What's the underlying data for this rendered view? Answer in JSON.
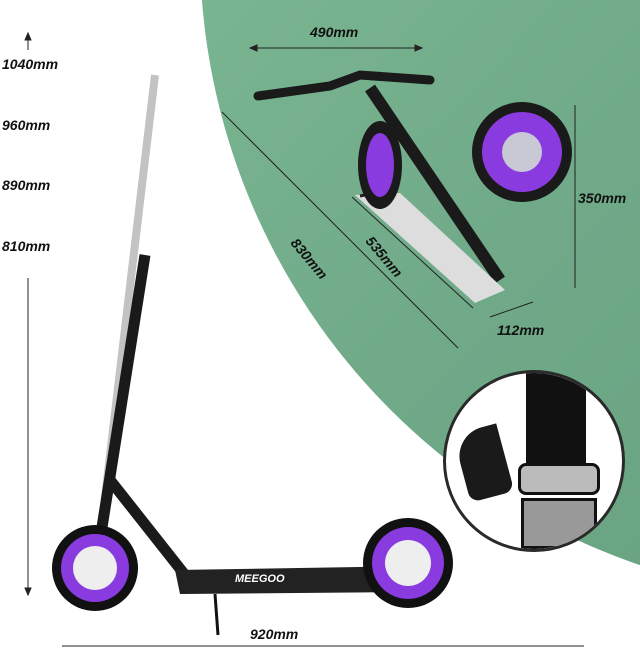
{
  "image": {
    "subject": "Kick scooter with dimension annotations",
    "brand_text": "MEEGOO",
    "colors": {
      "accent": "#7a2fd6",
      "background_green": "#6fa988",
      "frame": "#1a1a1a"
    }
  },
  "height_labels": [
    "1040mm",
    "960mm",
    "890mm",
    "810mm"
  ],
  "dimensions": {
    "length": "920mm",
    "handlebar_width": "490mm",
    "folded_length": "830mm",
    "deck_length": "535mm",
    "folded_height": "350mm",
    "deck_width": "112mm"
  }
}
